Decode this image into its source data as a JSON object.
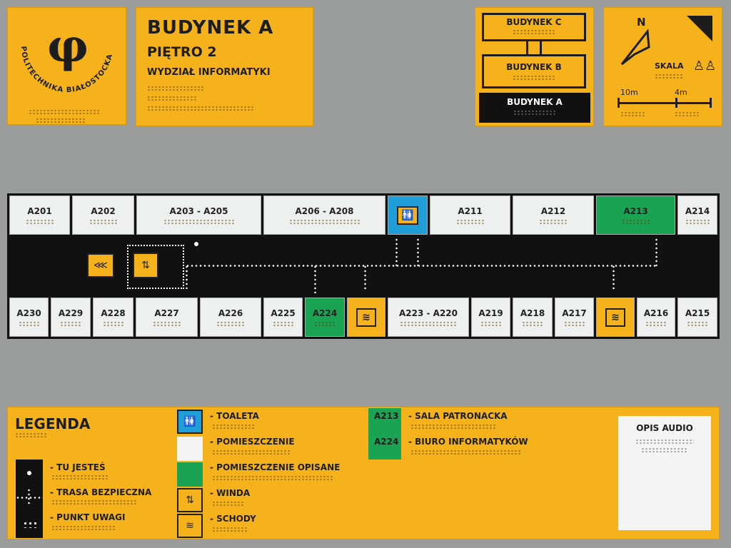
{
  "logo": {
    "symbol": "φ",
    "ring_text": "POLITECHNIKA BIAŁOSTOCKA"
  },
  "header": {
    "building": "BUDYNEK A",
    "floor": "PIĘTRO 2",
    "faculty": "WYDZIAŁ INFORMATYKI"
  },
  "buildings": {
    "c": "BUDYNEK C",
    "b": "BUDYNEK B",
    "a": "BUDYNEK A"
  },
  "compass": {
    "north": "N",
    "scale_label": "SKALA",
    "scale_10": "10m",
    "scale_4": "4m"
  },
  "plan": {
    "top_rooms": [
      "A201",
      "A202",
      "A203 - A205",
      "A206 - A208",
      "A211",
      "A212",
      "A213",
      "A214"
    ],
    "bottom_rooms": [
      "A230",
      "A229",
      "A228",
      "A227",
      "A226",
      "A225",
      "A224",
      "A223 - A220",
      "A219",
      "A218",
      "A217",
      "A216",
      "A215"
    ]
  },
  "legend": {
    "title": "LEGENDA",
    "you_are_here": "- TU JESTEŚ",
    "safe_route": "- TRASA BEZPIECZNA",
    "attention_point": "- PUNKT UWAGI",
    "toilet": "- TOALETA",
    "room": "- POMIESZCZENIE",
    "described_room": "- POMIESZCZENIE OPISANE",
    "elevator": "- WINDA",
    "stairs": "- SCHODY",
    "room_a213": "A213",
    "room_a224": "A224",
    "sala": "- SALA PATRONACKA",
    "biuro": "- BIURO INFORMATYKÓW",
    "audio": "OPIS AUDIO"
  },
  "colors": {
    "yellow": "#f5b21a",
    "green": "#1aa352",
    "blue": "#1f9ed8",
    "black": "#111111",
    "wall": "#9b9d9c"
  }
}
